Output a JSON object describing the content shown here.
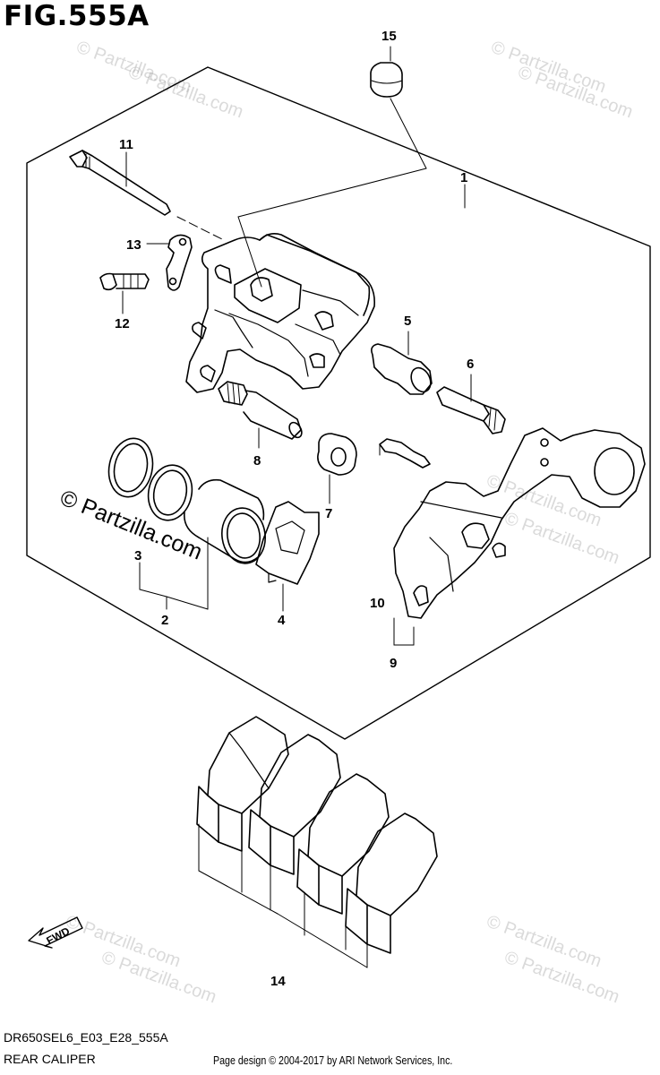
{
  "figure": {
    "title": "FIG.555A",
    "model_code": "DR650SEL6_E03_E28_555A",
    "caption": "REAR CALIPER",
    "credit": "Page design © 2004-2017 by ARI Network Services, Inc."
  },
  "watermarks": {
    "text": "© Partzilla.com",
    "center_text": "© Partzilla.com"
  },
  "fwd_label": "FWD",
  "callouts": {
    "c1": "1",
    "c2": "2",
    "c3": "3",
    "c4": "4",
    "c5": "5",
    "c6": "6",
    "c7": "7",
    "c8": "8",
    "c9": "9",
    "c10": "10",
    "c11": "11",
    "c12": "12",
    "c13": "13",
    "c14": "14",
    "c15": "15"
  }
}
